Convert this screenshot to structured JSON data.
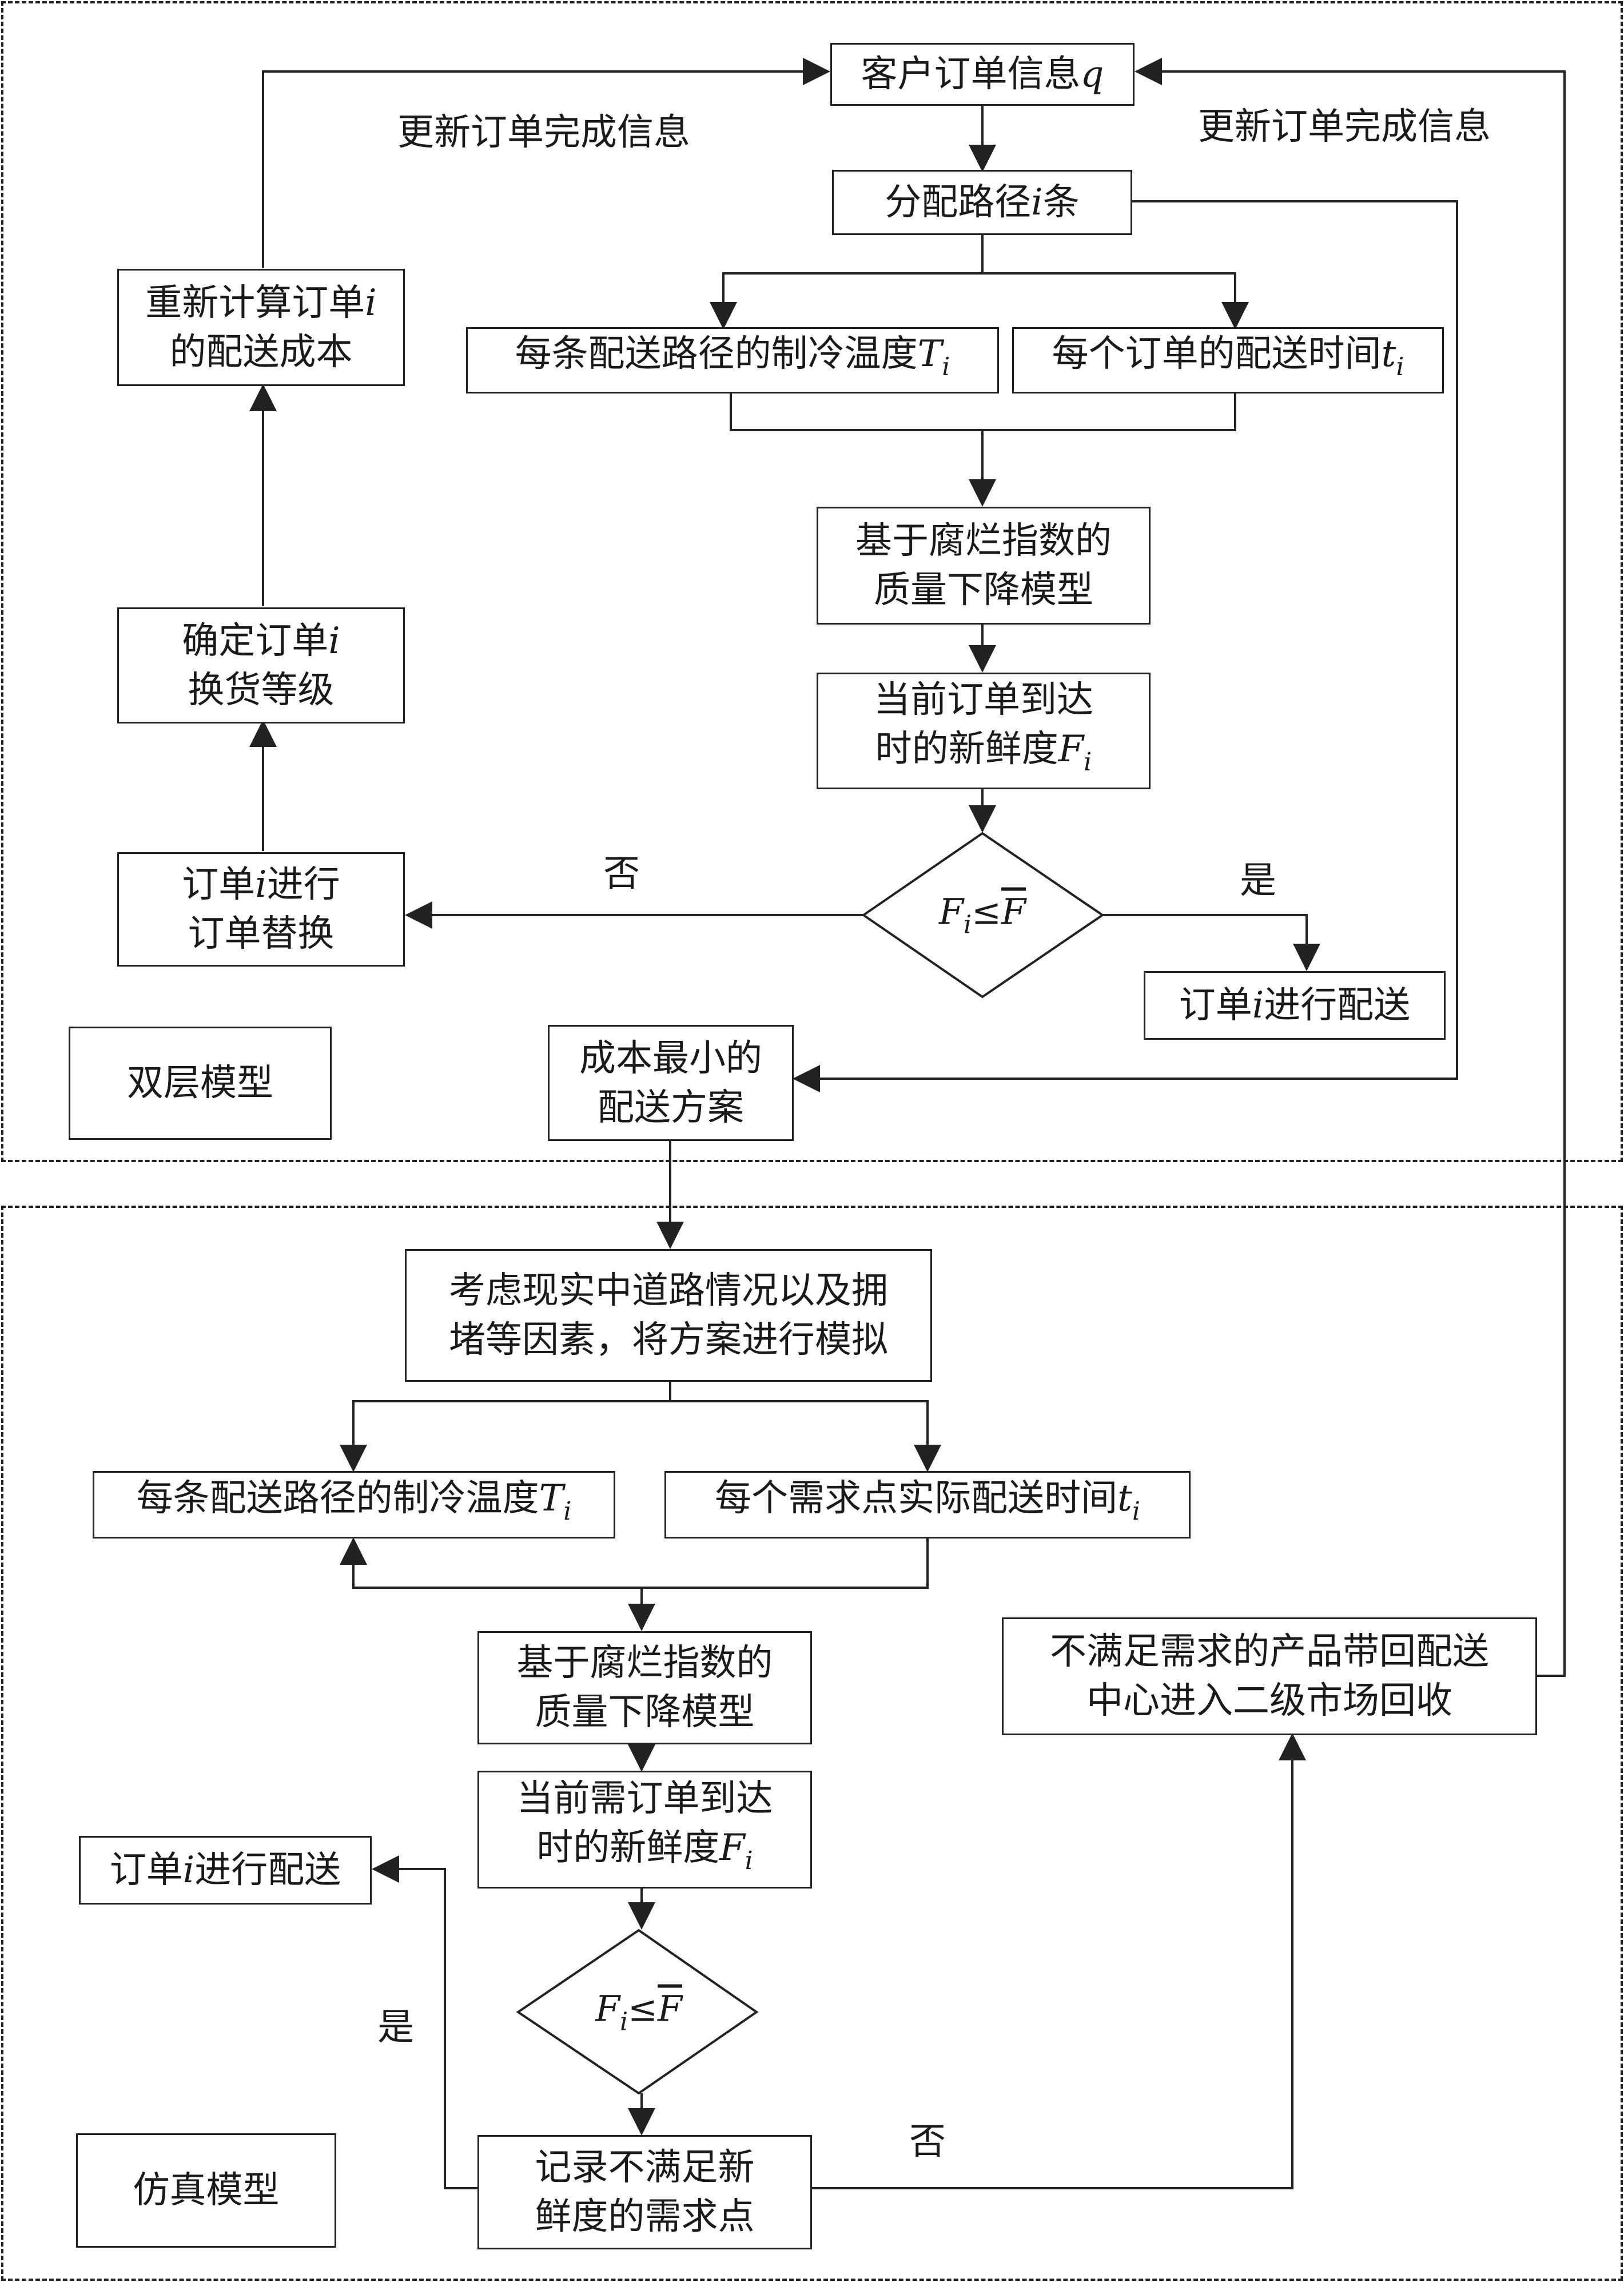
{
  "bilevel": {
    "region_label": "双层模型",
    "order_info": {
      "text": "客户订单信息",
      "var": "q"
    },
    "update_left": "更新订单完成信息",
    "update_right": "更新订单完成信息",
    "allocate_routes": {
      "text_before": "分配路径",
      "var": "i",
      "text_after": "条"
    },
    "refrigeration": {
      "text": "每条配送路径的制冷温度",
      "var": "T",
      "sub": "i"
    },
    "delivery_time": {
      "text": "每个订单的配送时间",
      "var": "t",
      "sub": "i"
    },
    "quality_model": {
      "line1": "基于腐烂指数的",
      "line2": "质量下降模型"
    },
    "freshness": {
      "line1": "当前订单到达",
      "line2": "时的新鲜度",
      "var": "F",
      "sub": "i"
    },
    "decision": {
      "var": "F",
      "sub": "i",
      "op": "≤",
      "bar": "F"
    },
    "yes_label": "是",
    "no_label": "否",
    "deliver_order": {
      "text_before": "订单",
      "var": "i",
      "text_after": "进行配送"
    },
    "replace_order": {
      "line1_before": "订单",
      "line1_var": "i",
      "line1_after": "进行",
      "line2": "订单替换"
    },
    "exchange_level": {
      "line1_before": "确定订单",
      "line1_var": "i",
      "line2": "换货等级"
    },
    "recalc_cost": {
      "line1_before": "重新计算订单",
      "line1_var": "i",
      "line2": "的配送成本"
    },
    "min_cost_plan": {
      "line1": "成本最小的",
      "line2": "配送方案"
    }
  },
  "simulation": {
    "region_label": "仿真模型",
    "consider_roads": {
      "line1": "考虑现实中道路情况以及拥",
      "line2": "堵等因素，将方案进行模拟"
    },
    "refrigeration": {
      "text": "每条配送路径的制冷温度",
      "var": "T",
      "sub": "i"
    },
    "actual_time": {
      "text": "每个需求点实际配送时间",
      "var": "t",
      "sub": "i"
    },
    "quality_model": {
      "line1": "基于腐烂指数的",
      "line2": "质量下降模型"
    },
    "freshness": {
      "line1": "当前需订单到达",
      "line2": "时的新鲜度",
      "var": "F",
      "sub": "i"
    },
    "decision": {
      "var": "F",
      "sub": "i",
      "op": "≤",
      "bar": "F"
    },
    "yes_label": "是",
    "no_label": "否",
    "deliver_order": {
      "text_before": "订单",
      "var": "i",
      "text_after": "进行配送"
    },
    "record_points": {
      "line1": "记录不满足新",
      "line2": "鲜度的需求点"
    },
    "return_products": {
      "line1": "不满足需求的产品带回配送",
      "line2": "中心进入二级市场回收"
    }
  }
}
